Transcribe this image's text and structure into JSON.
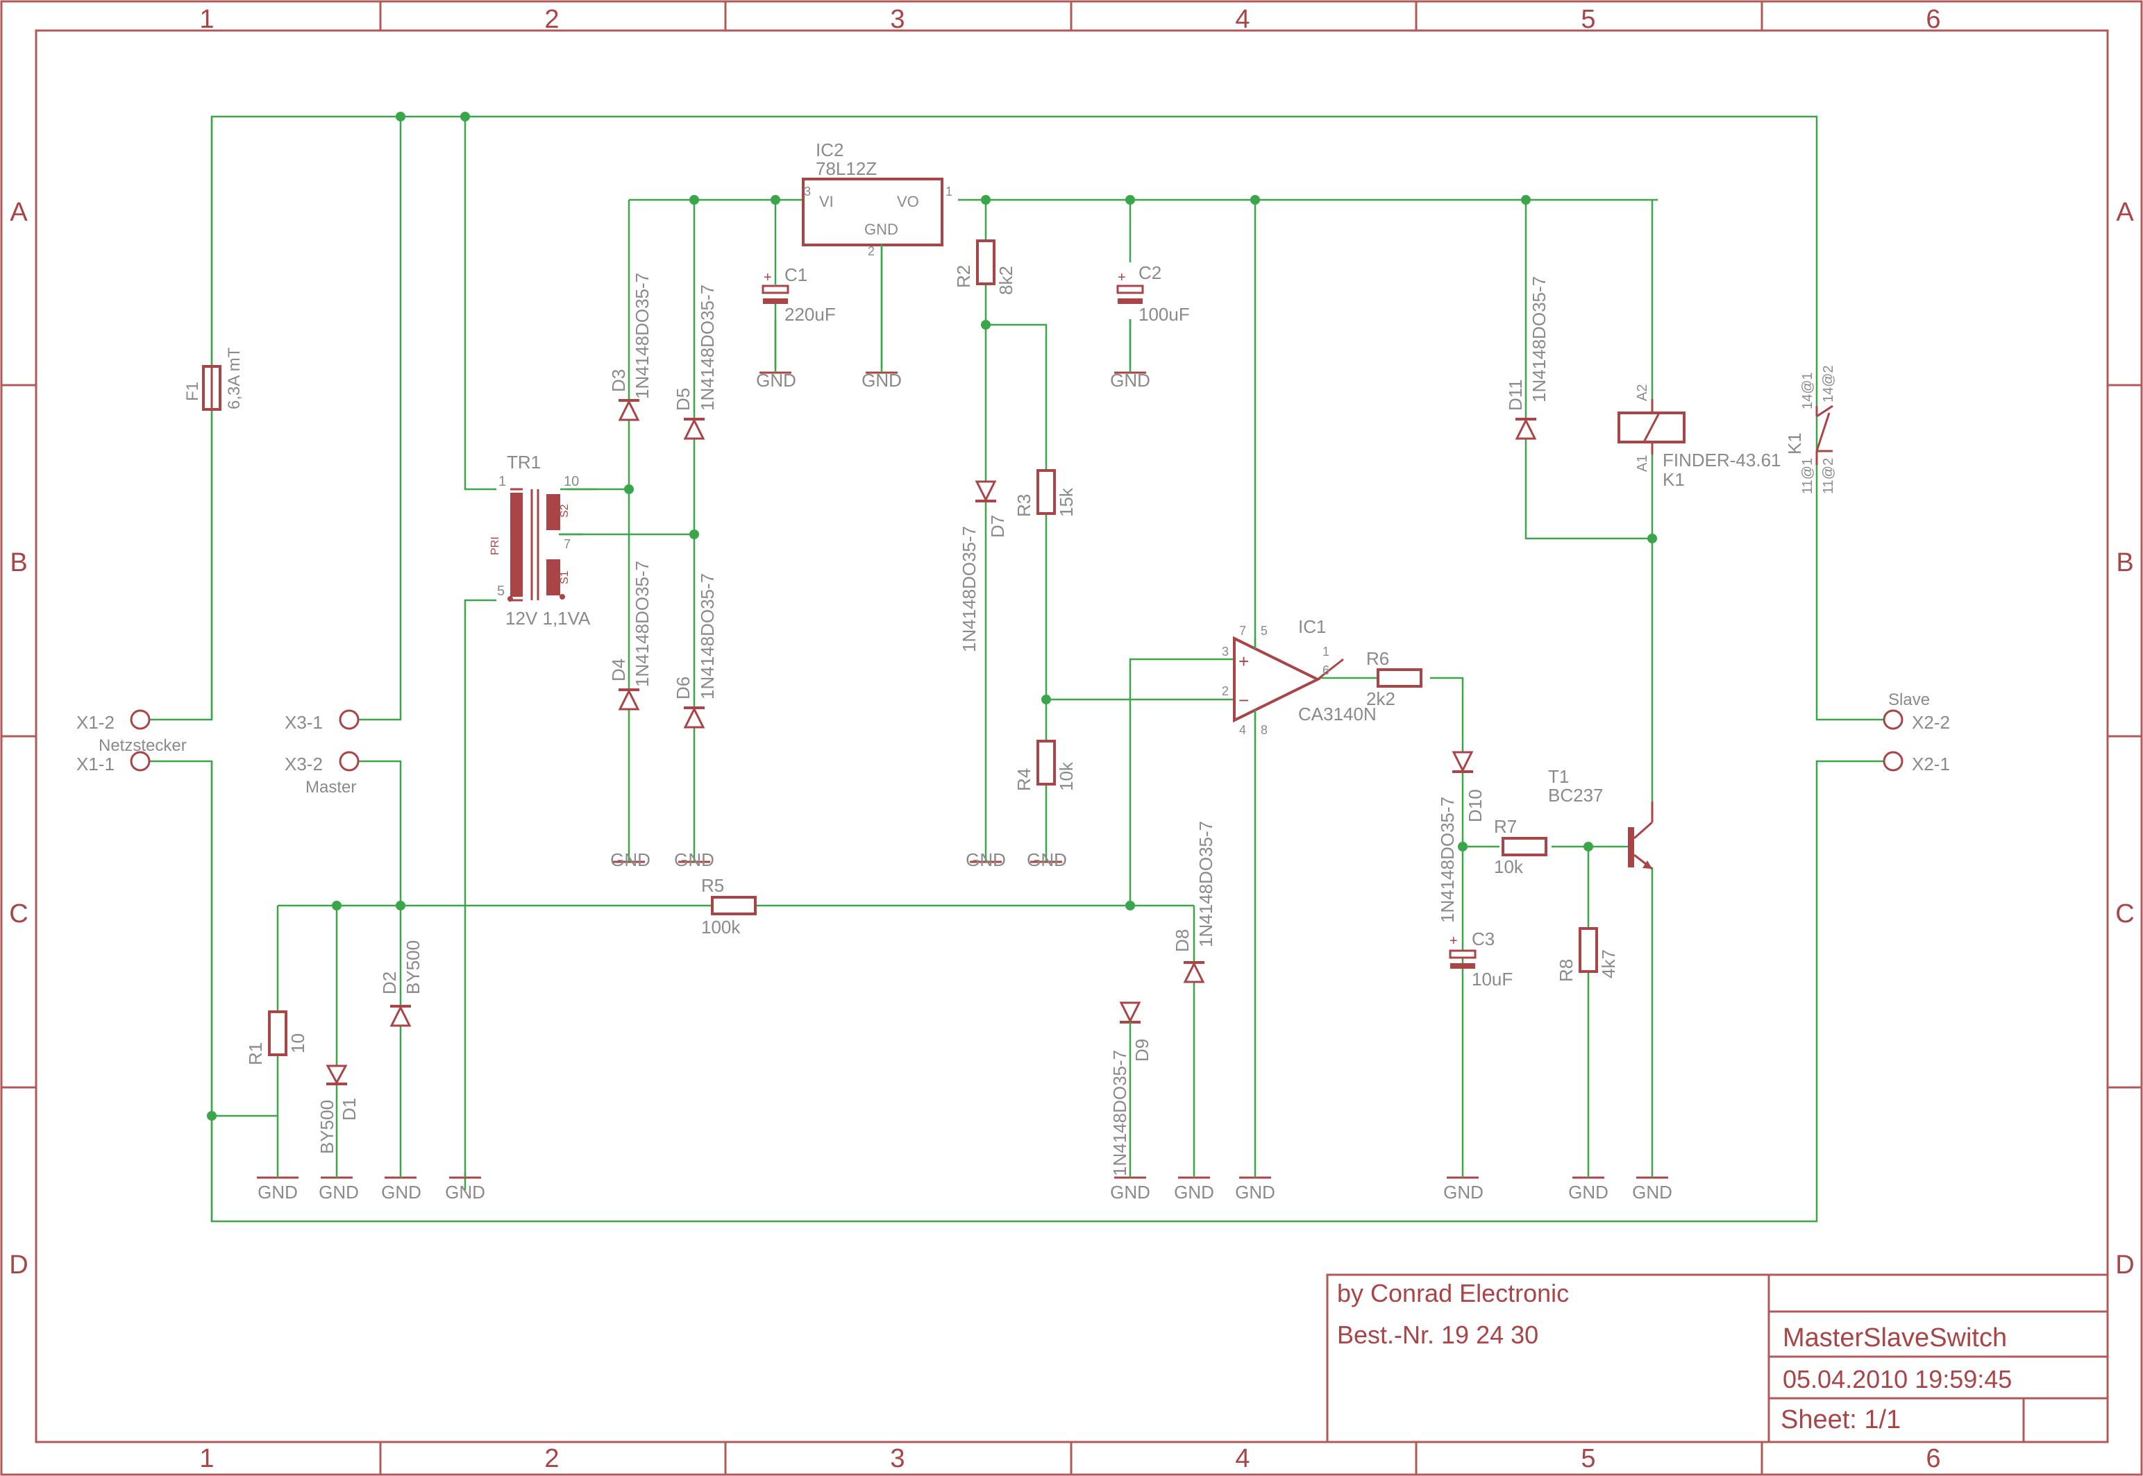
{
  "grid": {
    "columns": [
      "1",
      "2",
      "3",
      "4",
      "5",
      "6"
    ],
    "rows": [
      "A",
      "B",
      "C",
      "D"
    ]
  },
  "colors": {
    "frame": "#b35858",
    "wire": "#3aa64a",
    "symbol": "#a94447",
    "text": "#8a8a8a"
  },
  "connectors": {
    "x1_2": "X1-2",
    "x1_1": "X1-1",
    "x1_name": "Netzstecker",
    "x3_1": "X3-1",
    "x3_2": "X3-2",
    "x3_name": "Master",
    "x2_2": "X2-2",
    "x2_1": "X2-1",
    "x2_name": "Slave"
  },
  "fuse": {
    "ref": "F1",
    "value": "6,3A mT"
  },
  "transformer": {
    "ref": "TR1",
    "value": "12V 1,1VA",
    "pri": "PRI",
    "s1": "S1",
    "s2": "S2",
    "p1": "1",
    "p5": "5",
    "p10": "10",
    "p7": "7"
  },
  "regulator": {
    "ref": "IC2",
    "value": "78L12Z",
    "vi": "VI",
    "vo": "VO",
    "gnd": "GND",
    "pin3": "3",
    "pin1": "1",
    "pin2": "2"
  },
  "capacitors": [
    {
      "ref": "C1",
      "value": "220uF"
    },
    {
      "ref": "C2",
      "value": "100uF"
    },
    {
      "ref": "C3",
      "value": "10uF"
    }
  ],
  "resistors": [
    {
      "ref": "R1",
      "value": "10"
    },
    {
      "ref": "R2",
      "value": "8k2"
    },
    {
      "ref": "R3",
      "value": "15k"
    },
    {
      "ref": "R4",
      "value": "10k"
    },
    {
      "ref": "R5",
      "value": "100k"
    },
    {
      "ref": "R6",
      "value": "2k2"
    },
    {
      "ref": "R7",
      "value": "10k"
    },
    {
      "ref": "R8",
      "value": "4k7"
    }
  ],
  "diodes": [
    {
      "ref": "D1",
      "value": "BY500"
    },
    {
      "ref": "D2",
      "value": "BY500"
    },
    {
      "ref": "D3",
      "value": "1N4148DO35-7"
    },
    {
      "ref": "D4",
      "value": "1N4148DO35-7"
    },
    {
      "ref": "D5",
      "value": "1N4148DO35-7"
    },
    {
      "ref": "D6",
      "value": "1N4148DO35-7"
    },
    {
      "ref": "D7",
      "value": "1N4148DO35-7"
    },
    {
      "ref": "D8",
      "value": "1N4148DO35-7"
    },
    {
      "ref": "D9",
      "value": "1N4148DO35-7"
    },
    {
      "ref": "D10",
      "value": "1N4148DO35-7"
    },
    {
      "ref": "D11",
      "value": "1N4148DO35-7"
    }
  ],
  "opamp": {
    "ref": "IC1",
    "value": "CA3140N",
    "p3": "3",
    "p2": "2",
    "p7": "7",
    "p5": "5",
    "p1": "1",
    "p6": "6",
    "p4": "4",
    "p8": "8",
    "plus": "+",
    "minus": "−"
  },
  "transistor": {
    "ref": "T1",
    "value": "BC237"
  },
  "relay": {
    "ref": "K1",
    "value": "FINDER-43.61",
    "a1": "A1",
    "a2": "A2",
    "contact_ref": "K1",
    "c11a": "11@1",
    "c11b": "11@2",
    "c14a": "14@1",
    "c14b": "14@2"
  },
  "gnd_label": "GND",
  "titleblock": {
    "author": "by Conrad Electronic",
    "order": "Best.-Nr. 19 24 30",
    "name": "MasterSlaveSwitch",
    "datetime": "05.04.2010 19:59:45",
    "sheet": "Sheet: 1/1"
  }
}
